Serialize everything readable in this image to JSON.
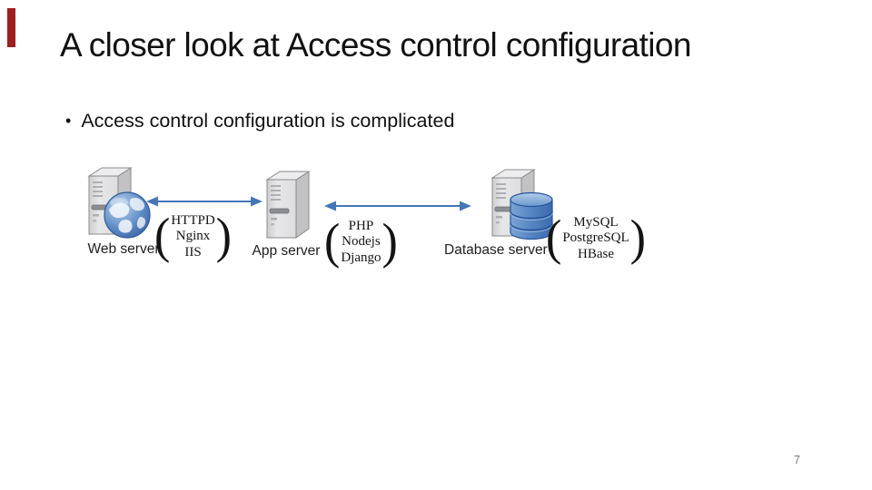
{
  "slide": {
    "title": "A closer look at Access control configuration",
    "bullet_char": "•",
    "bullet_text": "Access control configuration is complicated",
    "page_number": "7",
    "accent_bar_color": "#9e1f1f",
    "background_color": "#ffffff"
  },
  "diagram": {
    "paren_open": "(",
    "paren_close": ")",
    "arrow_color": "#4576b8",
    "server_blue": "#4a7dbd",
    "nodes": [
      {
        "id": "web",
        "label": "Web server",
        "icon": "server-tower-with-globe",
        "tech": [
          "HTTPD",
          "Nginx",
          "IIS"
        ]
      },
      {
        "id": "app",
        "label": "App server",
        "icon": "server-tower",
        "tech": [
          "PHP",
          "Nodejs",
          "Django"
        ]
      },
      {
        "id": "db",
        "label": "Database server",
        "icon": "server-tower-with-database",
        "tech": [
          "MySQL",
          "PostgreSQL",
          "HBase"
        ]
      }
    ],
    "connections": [
      {
        "from": "Web server",
        "to": "App server",
        "style": "double-headed-arrow"
      },
      {
        "from": "App server",
        "to": "Database server",
        "style": "double-headed-arrow"
      }
    ]
  }
}
